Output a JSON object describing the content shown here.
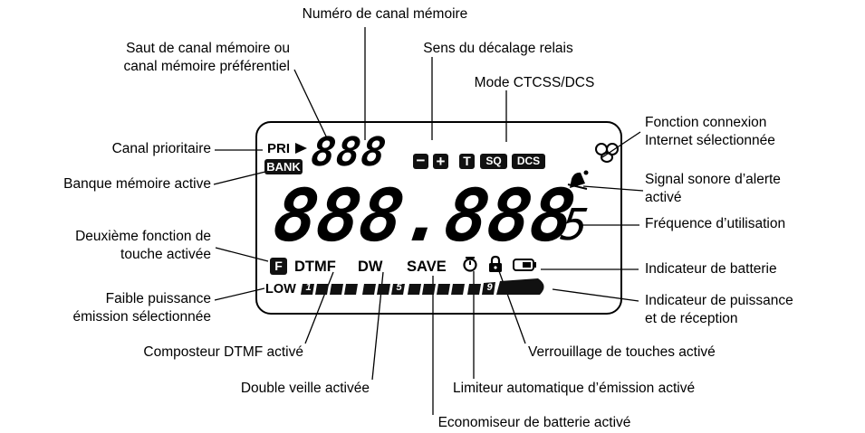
{
  "callouts": {
    "memory_channel_number": "Numéro de canal mémoire",
    "skip_line1": "Saut de canal mémoire ou",
    "skip_line2": "canal mémoire préférentiel",
    "offset_direction": "Sens du décalage relais",
    "ctcss_mode": "Mode CTCSS/DCS",
    "internet_line1": "Fonction connexion",
    "internet_line2": "Internet sélectionnée",
    "priority_channel": "Canal prioritaire",
    "bank_active": "Banque mémoire active",
    "alert_line1": "Signal sonore d’alerte",
    "alert_line2": "activé",
    "second_func_line1": "Deuxième fonction de",
    "second_func_line2": "touche activée",
    "operating_frequency": "Fréquence d’utilisation",
    "battery_indicator": "Indicateur de batterie",
    "low_power_line1": "Faible puissance",
    "low_power_line2": "émission sélectionnée",
    "power_rx_line1": "Indicateur de puissance",
    "power_rx_line2": "et de réception",
    "dtmf_dialer": "Composteur DTMF activé",
    "key_lock": "Verrouillage de touches activé",
    "dual_watch": "Double veille activée",
    "atx_limiter": "Limiteur automatique d’émission activé",
    "battery_saver": "Economiseur de batterie activé"
  },
  "display": {
    "pri": "PRI",
    "bank": "BANK",
    "channel_digits": "888",
    "minus": "−",
    "plus": "+",
    "tone_letter": "T",
    "sq": "SQ",
    "dcs": "DCS",
    "frequency_digits": "888.888",
    "frequency_suffix": "5",
    "f_key": "F",
    "dtmf": "DTMF",
    "dw": "DW",
    "save": "SAVE",
    "low": "LOW",
    "meter_marks": [
      "1",
      "5",
      "9"
    ]
  }
}
